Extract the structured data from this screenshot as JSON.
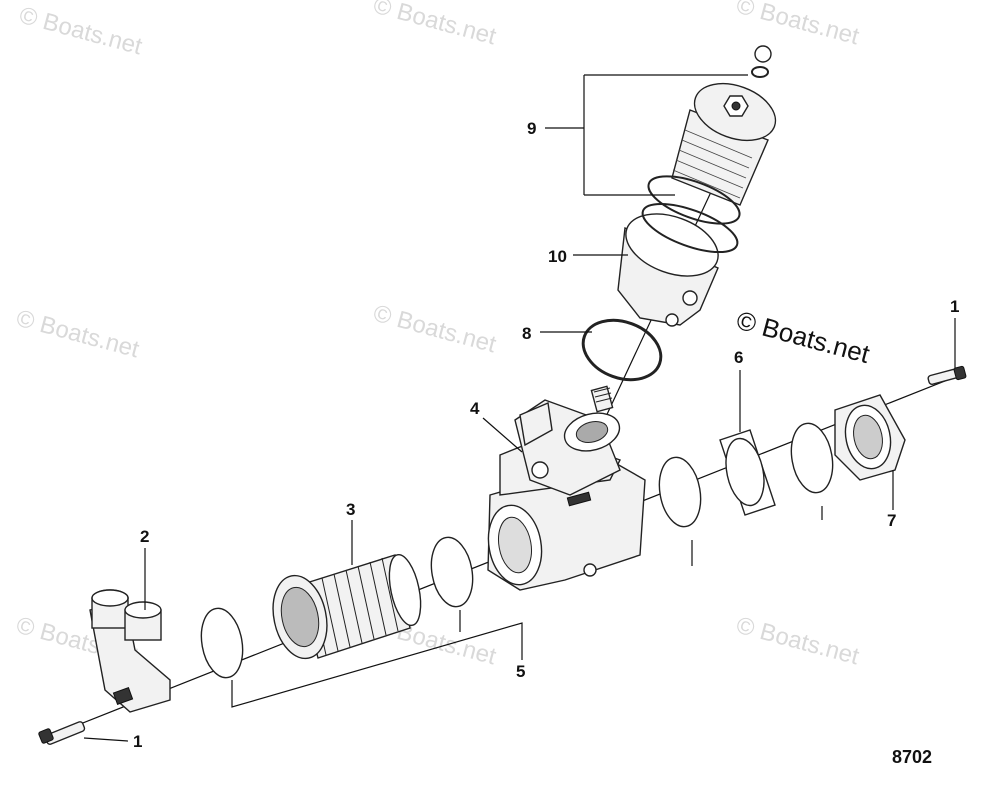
{
  "watermark_text": "© Boats.net",
  "copyright_text": "© Boats.net",
  "figure_number": "8702",
  "callouts": [
    "1",
    "2",
    "3",
    "4",
    "5",
    "6",
    "7",
    "8",
    "9",
    "10",
    "1"
  ]
}
